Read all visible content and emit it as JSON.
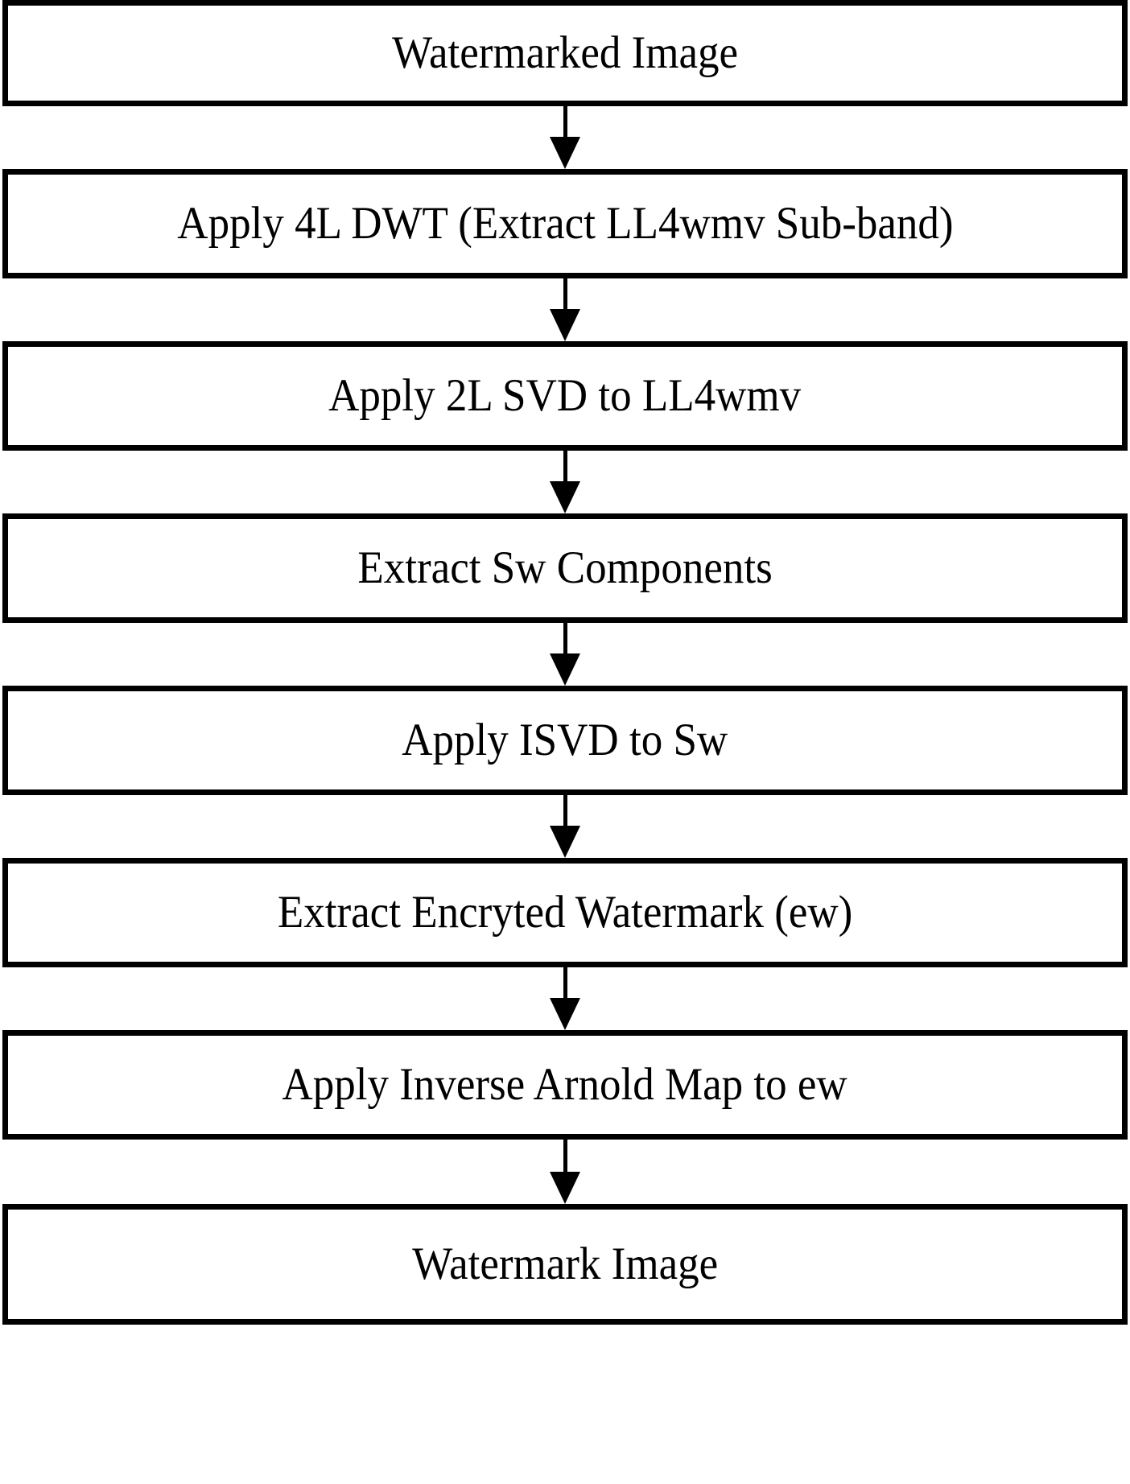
{
  "diagram": {
    "title": "Watermark Extraction Process Flowchart",
    "type": "flowchart",
    "orientation": "vertical",
    "colors": {
      "box_border": "#000000",
      "box_fill": "#ffffff",
      "arrow": "#000000",
      "text": "#000000",
      "background": "#ffffff"
    },
    "steps": [
      {
        "id": "watermarked-image",
        "label": "Watermarked Image"
      },
      {
        "id": "apply-4l-dwt",
        "label": "Apply 4L DWT (Extract LL4wmv Sub-band)"
      },
      {
        "id": "apply-2l-svd",
        "label": "Apply 2L SVD to LL4wmv"
      },
      {
        "id": "extract-sw-components",
        "label": "Extract Sw Components"
      },
      {
        "id": "apply-isvd-to-sw",
        "label": "Apply ISVD to Sw"
      },
      {
        "id": "extract-encryted-wm",
        "label": "Extract Encryted Watermark (ew)"
      },
      {
        "id": "apply-inverse-arnold",
        "label": "Apply Inverse Arnold Map to ew"
      },
      {
        "id": "watermark-image",
        "label": "Watermark Image"
      }
    ],
    "connectors": [
      {
        "id": "arrow-1",
        "from": "watermarked-image",
        "to": "apply-4l-dwt",
        "glyph": "down-arrow-icon"
      },
      {
        "id": "arrow-2",
        "from": "apply-4l-dwt",
        "to": "apply-2l-svd",
        "glyph": "down-arrow-icon"
      },
      {
        "id": "arrow-3",
        "from": "apply-2l-svd",
        "to": "extract-sw-components",
        "glyph": "down-arrow-icon"
      },
      {
        "id": "arrow-4",
        "from": "extract-sw-components",
        "to": "apply-isvd-to-sw",
        "glyph": "down-arrow-icon"
      },
      {
        "id": "arrow-5",
        "from": "apply-isvd-to-sw",
        "to": "extract-encryted-wm",
        "glyph": "down-arrow-icon"
      },
      {
        "id": "arrow-6",
        "from": "extract-encryted-wm",
        "to": "apply-inverse-arnold",
        "glyph": "down-arrow-icon"
      },
      {
        "id": "arrow-7",
        "from": "apply-inverse-arnold",
        "to": "watermark-image",
        "glyph": "down-arrow-icon"
      }
    ]
  }
}
